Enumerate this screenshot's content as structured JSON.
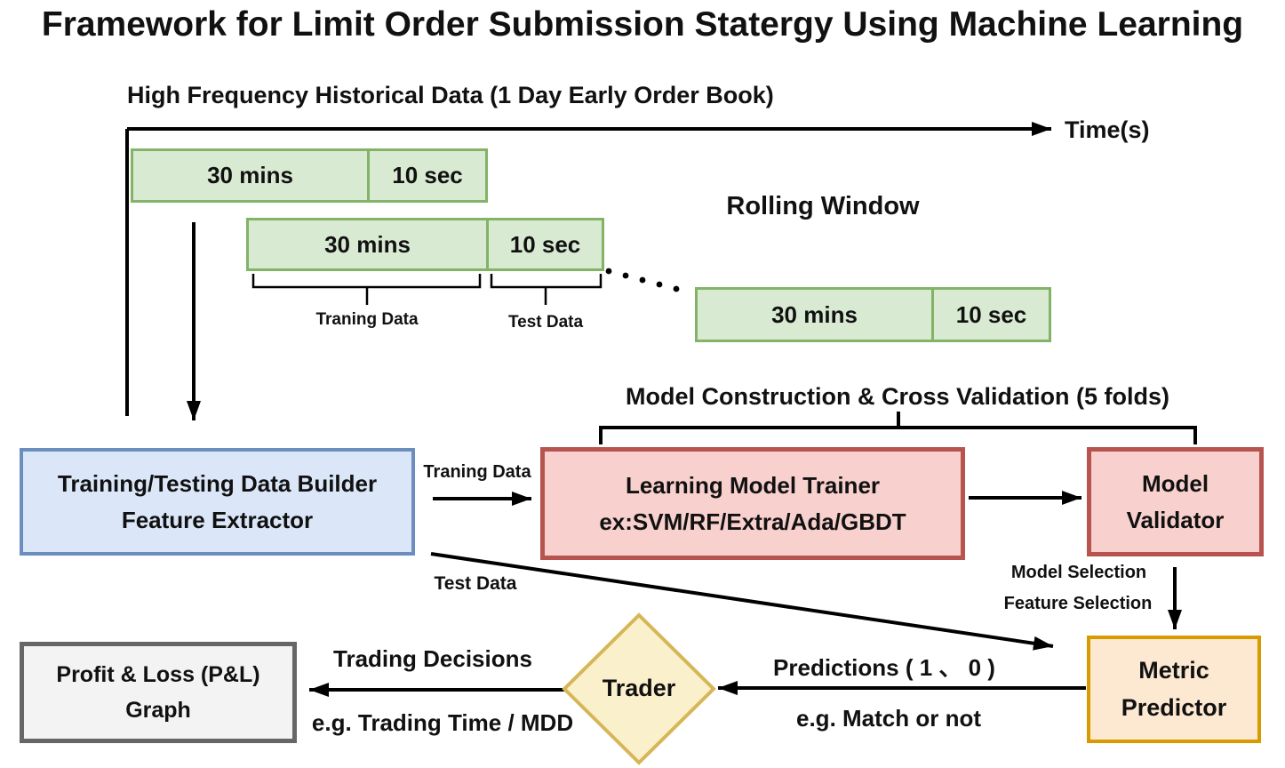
{
  "title": "Framework for Limit Order Submission Statergy Using Machine Learning",
  "timeline": {
    "header": "High Frequency Historical Data (1 Day Early Order Book)",
    "axis_label": "Time(s)",
    "rolling_window": "Rolling Window",
    "windows": [
      {
        "train": "30 mins",
        "test": "10 sec"
      },
      {
        "train": "30 mins",
        "test": "10 sec"
      },
      {
        "train": "30 mins",
        "test": "10 sec"
      }
    ],
    "training_brace": "Traning Data",
    "test_brace": "Test Data"
  },
  "cross_validation": "Model Construction & Cross Validation (5 folds)",
  "nodes": {
    "data_builder": {
      "line1": "Training/Testing Data Builder",
      "line2": "Feature Extractor"
    },
    "trainer": {
      "line1": "Learning Model Trainer",
      "line2": "ex:SVM/RF/Extra/Ada/GBDT"
    },
    "validator": {
      "line1": "Model",
      "line2": "Validator"
    },
    "metric_predictor": {
      "line1": "Metric",
      "line2": "Predictor"
    },
    "trader": {
      "label": "Trader"
    },
    "pnl": {
      "line1": "Profit & Loss (P&L)",
      "line2": "Graph"
    }
  },
  "edge_labels": {
    "training_data": "Traning Data",
    "test_data": "Test Data",
    "model_selection": "Model Selection",
    "feature_selection": "Feature Selection",
    "predictions": "Predictions ( 1 、 0 )",
    "match_example": "e.g. Match or not",
    "trading_decisions": "Trading Decisions",
    "trading_example": "e.g. Trading Time / MDD"
  },
  "colors": {
    "window_fill": "#d9ead3",
    "window_border": "#82b366",
    "builder_fill": "#dbe7f9",
    "builder_border": "#6c8ebf",
    "trainer_fill": "#f8d0cd",
    "trainer_border": "#b85450",
    "metric_fill": "#fde8d2",
    "metric_border": "#d79b00",
    "trader_fill": "#faf0cc",
    "trader_border": "#d6b656",
    "pnl_fill": "#f3f3f3",
    "pnl_border": "#666666",
    "line": "#000000"
  }
}
